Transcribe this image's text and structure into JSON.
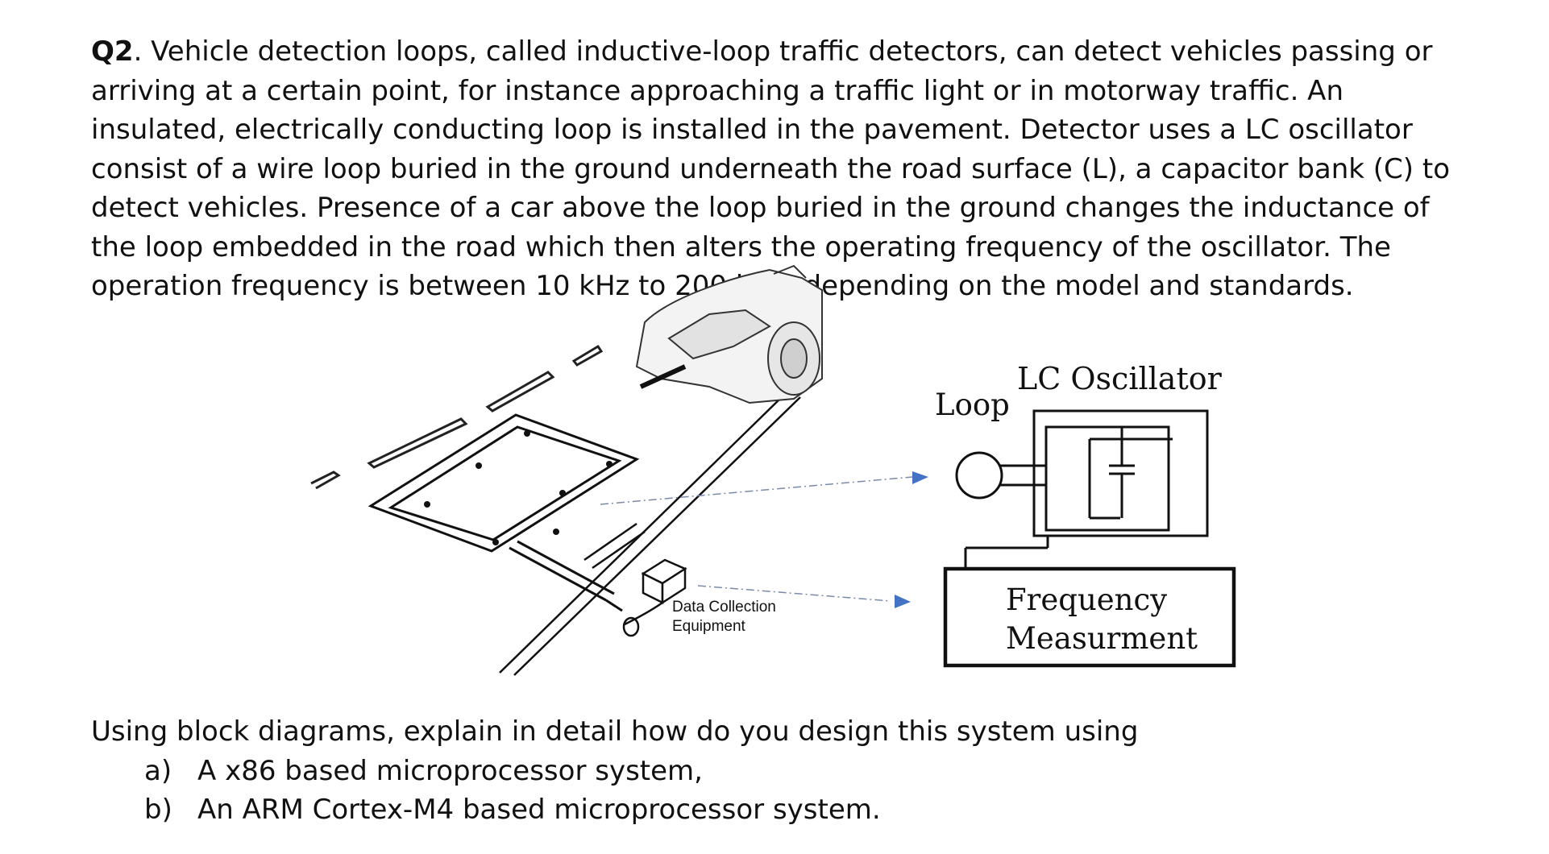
{
  "question": {
    "number": "Q2",
    "text": ". Vehicle detection loops, called inductive-loop traffic detectors, can detect vehicles passing or arriving at a certain point, for instance approaching a traffic light or in motorway traffic. An insulated, electrically conducting loop is installed in the pavement. Detector uses a LC oscillator consist of a wire loop buried in the ground underneath the road surface (L), a capacitor bank (C) to detect vehicles. Presence of a car above the loop buried in the ground changes the inductance of the loop embedded in the road which then alters the operating frequency of the oscillator. The operation frequency is between 10 kHz to 200 kHz, depending on the model and standards."
  },
  "diagram": {
    "loop_label": "Loop",
    "oscillator_label": "LC Oscillator",
    "frequency_label_line1": "Frequency",
    "frequency_label_line2": "Measurment",
    "equipment_label_line1": "Data Collection",
    "equipment_label_line2": "Equipment"
  },
  "task": {
    "intro": "Using block diagrams, explain in detail how do you design this system using",
    "options": [
      {
        "label": "a)",
        "text": "A x86 based microprocessor system,"
      },
      {
        "label": "b)",
        "text": "An ARM Cortex-M4 based microprocessor system."
      }
    ]
  }
}
